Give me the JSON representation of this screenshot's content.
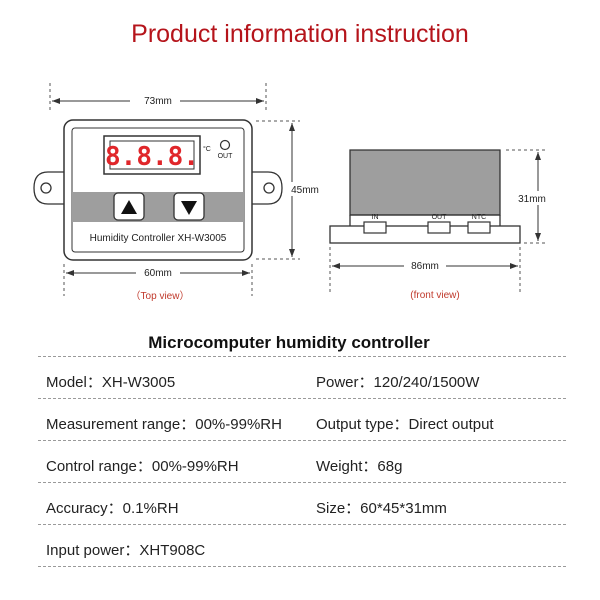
{
  "title": "Product information instruction",
  "top_view": {
    "width_label": "73mm",
    "height_label": "45mm",
    "inner_width_label": "60mm",
    "display_digits": "8.8.8.",
    "unit_symbol": "°C",
    "out_label": "OUT",
    "product_label": "Humidity Controller  XH-W3005",
    "caption": "（Top view）",
    "up_icon": "triangle-up",
    "down_icon": "triangle-down",
    "colors": {
      "display": "#e0262a",
      "keypad_band": "#9e9e9e"
    }
  },
  "front_view": {
    "height_label": "31mm",
    "width_label": "86mm",
    "ports": [
      "IN",
      "OUT",
      "NTC"
    ],
    "caption": "(front view)"
  },
  "spec_title": "Microcomputer humidity controller",
  "specs": {
    "model": "Model：XH-W3005",
    "power": "Power：120/240/1500W",
    "measurement_range": "Measurement range：00%-99%RH",
    "output_type": "Output type：Direct output",
    "control_range": "Control range：00%-99%RH",
    "weight": "Weight：68g",
    "accuracy": "Accuracy：0.1%RH",
    "size": "Size：60*45*31mm",
    "input_power": "Input power：XHT908C"
  }
}
